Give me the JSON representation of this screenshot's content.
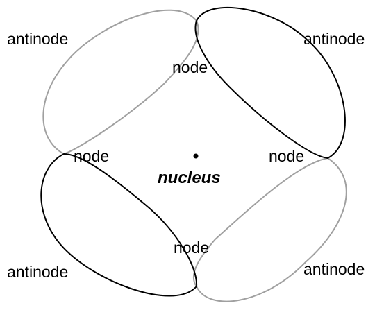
{
  "labels": {
    "antinode_top_left": "antinode",
    "antinode_top_right": "antinode",
    "antinode_bottom_left": "antinode",
    "antinode_bottom_right": "antinode",
    "node_top": "node",
    "node_left": "node",
    "node_right": "node",
    "node_bottom": "node",
    "nucleus": "nucleus"
  },
  "colors": {
    "loop_black": "#000000",
    "loop_gray": "#a0a0a0",
    "text": "#000000",
    "background": "#ffffff"
  }
}
